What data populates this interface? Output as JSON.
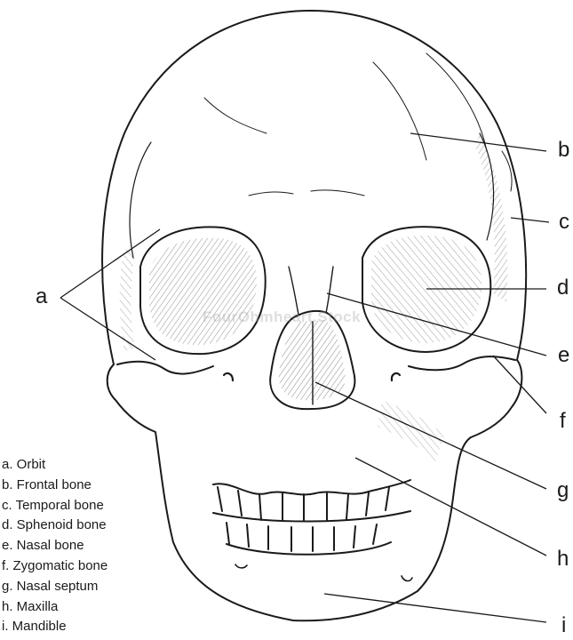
{
  "diagram": {
    "watermark": "FourOhmheart.Stock",
    "labels": {
      "a": "a",
      "b": "b",
      "c": "c",
      "d": "d",
      "e": "e",
      "f": "f",
      "g": "g",
      "h": "h",
      "i": "i"
    },
    "legend": [
      "a. Orbit",
      "b. Frontal bone",
      "c. Temporal bone",
      "d. Sphenoid bone",
      "e. Nasal bone",
      "f. Zygomatic bone",
      "g. Nasal septum",
      "h. Maxilla",
      "i. Mandible"
    ],
    "colors": {
      "line": "#1a1a1a",
      "background": "#ffffff"
    }
  }
}
